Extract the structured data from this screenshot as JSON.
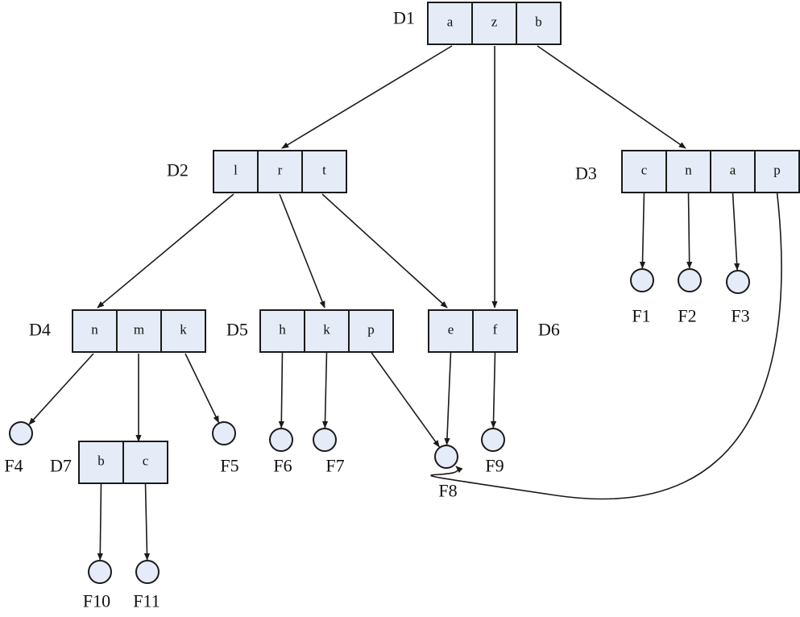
{
  "directories": [
    {
      "id": "D1",
      "label": "D1",
      "entries": [
        "a",
        "z",
        "b"
      ]
    },
    {
      "id": "D2",
      "label": "D2",
      "entries": [
        "l",
        "r",
        "t"
      ]
    },
    {
      "id": "D3",
      "label": "D3",
      "entries": [
        "c",
        "n",
        "a",
        "p"
      ]
    },
    {
      "id": "D4",
      "label": "D4",
      "entries": [
        "n",
        "m",
        "k"
      ]
    },
    {
      "id": "D5",
      "label": "D5",
      "entries": [
        "h",
        "k",
        "p"
      ]
    },
    {
      "id": "D6",
      "label": "D6",
      "entries": [
        "e",
        "f"
      ]
    },
    {
      "id": "D7",
      "label": "D7",
      "entries": [
        "b",
        "c"
      ]
    }
  ],
  "files": [
    {
      "id": "F1",
      "label": "F1"
    },
    {
      "id": "F2",
      "label": "F2"
    },
    {
      "id": "F3",
      "label": "F3"
    },
    {
      "id": "F4",
      "label": "F4"
    },
    {
      "id": "F5",
      "label": "F5"
    },
    {
      "id": "F6",
      "label": "F6"
    },
    {
      "id": "F7",
      "label": "F7"
    },
    {
      "id": "F8",
      "label": "F8"
    },
    {
      "id": "F9",
      "label": "F9"
    },
    {
      "id": "F10",
      "label": "F10"
    },
    {
      "id": "F11",
      "label": "F11"
    }
  ],
  "edges": [
    {
      "from": "D1",
      "entry": 0,
      "to": "D2"
    },
    {
      "from": "D1",
      "entry": 1,
      "to": "D6"
    },
    {
      "from": "D1",
      "entry": 2,
      "to": "D3"
    },
    {
      "from": "D2",
      "entry": 0,
      "to": "D4"
    },
    {
      "from": "D2",
      "entry": 1,
      "to": "D5"
    },
    {
      "from": "D2",
      "entry": 2,
      "to": "D6"
    },
    {
      "from": "D3",
      "entry": 0,
      "to": "F1"
    },
    {
      "from": "D3",
      "entry": 1,
      "to": "F2"
    },
    {
      "from": "D3",
      "entry": 2,
      "to": "F3"
    },
    {
      "from": "D3",
      "entry": 3,
      "to": "F8"
    },
    {
      "from": "D4",
      "entry": 0,
      "to": "F4"
    },
    {
      "from": "D4",
      "entry": 1,
      "to": "D7"
    },
    {
      "from": "D4",
      "entry": 2,
      "to": "F5"
    },
    {
      "from": "D5",
      "entry": 0,
      "to": "F6"
    },
    {
      "from": "D5",
      "entry": 1,
      "to": "F7"
    },
    {
      "from": "D5",
      "entry": 2,
      "to": "F8"
    },
    {
      "from": "D6",
      "entry": 0,
      "to": "F8"
    },
    {
      "from": "D6",
      "entry": 1,
      "to": "F9"
    },
    {
      "from": "D7",
      "entry": 0,
      "to": "F10"
    },
    {
      "from": "D7",
      "entry": 1,
      "to": "F11"
    }
  ]
}
